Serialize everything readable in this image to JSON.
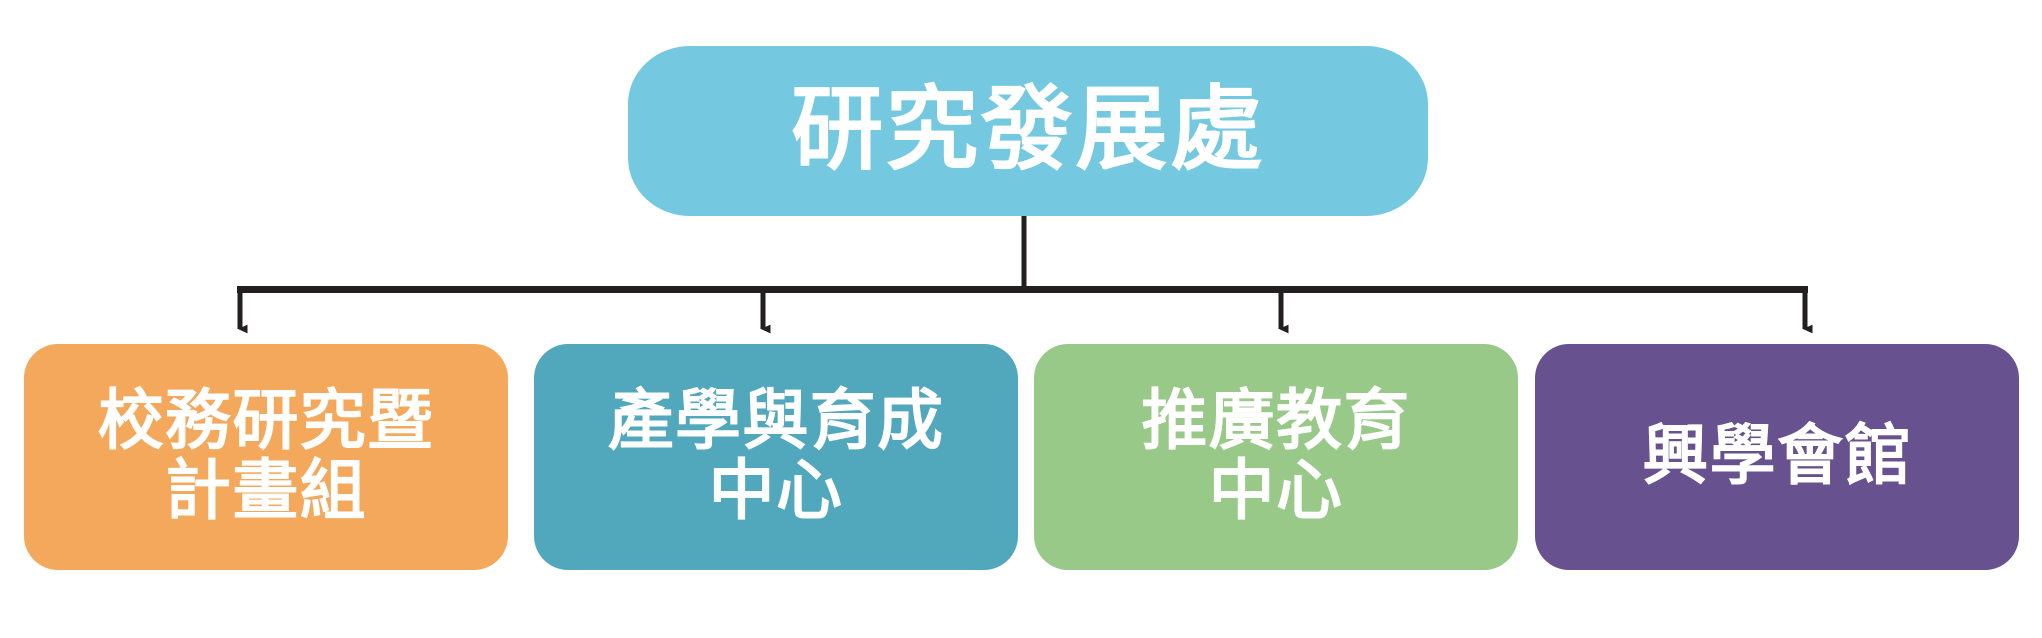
{
  "diagram": {
    "type": "organization-chart",
    "orientation": "top-down",
    "background_color": "#FFFFFF",
    "connector_color": "#231F20",
    "root": {
      "label": "研究發展處",
      "color": "#74C8E0",
      "text_color": "#FFFFFF",
      "shape": "rounded-pill"
    },
    "children": [
      {
        "label": "校務研究暨\n計畫組",
        "line1": "校務研究暨",
        "line2": "計畫組",
        "color": "#F4A85B",
        "text_color": "#FFFFFF",
        "shape": "rounded-rect"
      },
      {
        "label": "產學與育成\n中心",
        "line1": "產學與育成",
        "line2": "中心",
        "color": "#51A7BC",
        "text_color": "#FFFFFF",
        "shape": "rounded-rect"
      },
      {
        "label": "推廣教育\n中心",
        "line1": "推廣教育",
        "line2": "中心",
        "color": "#99C989",
        "text_color": "#FFFFFF",
        "shape": "rounded-rect"
      },
      {
        "label": "興學會館",
        "line1": "興學會館",
        "line2": "",
        "color": "#67518E",
        "text_color": "#FFFFFF",
        "shape": "rounded-rect"
      }
    ]
  }
}
